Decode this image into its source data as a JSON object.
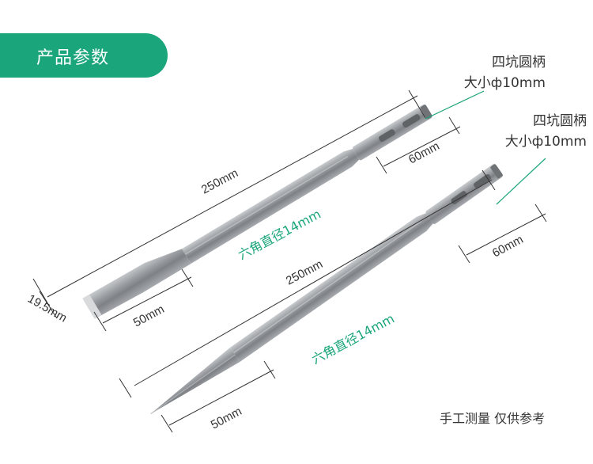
{
  "banner": {
    "title": "产品参数"
  },
  "chisel_flat": {
    "shank_line1": "四坑圆柄",
    "shank_line2": "大小ф10mm",
    "total_length": "250mm",
    "shank_length": "60mm",
    "tip_length": "50mm",
    "tip_width": "19.5mm",
    "hex_label": "六角直径14mm"
  },
  "chisel_point": {
    "shank_line1": "四坑圆柄",
    "shank_line2": "大小ф10mm",
    "total_length": "250mm",
    "shank_length": "60mm",
    "tip_length": "50mm",
    "hex_label": "六角直径14mm"
  },
  "footer": {
    "note": "手工测量 仅供参考"
  },
  "colors": {
    "accent": "#1aa57a",
    "steel": "#8f9397",
    "line": "#333333"
  }
}
